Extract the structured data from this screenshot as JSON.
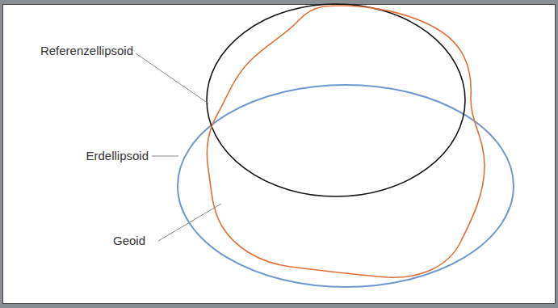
{
  "diagram": {
    "labels": [
      "Referenzellipsoid",
      "Erdellipsoid",
      "Geoid"
    ]
  }
}
